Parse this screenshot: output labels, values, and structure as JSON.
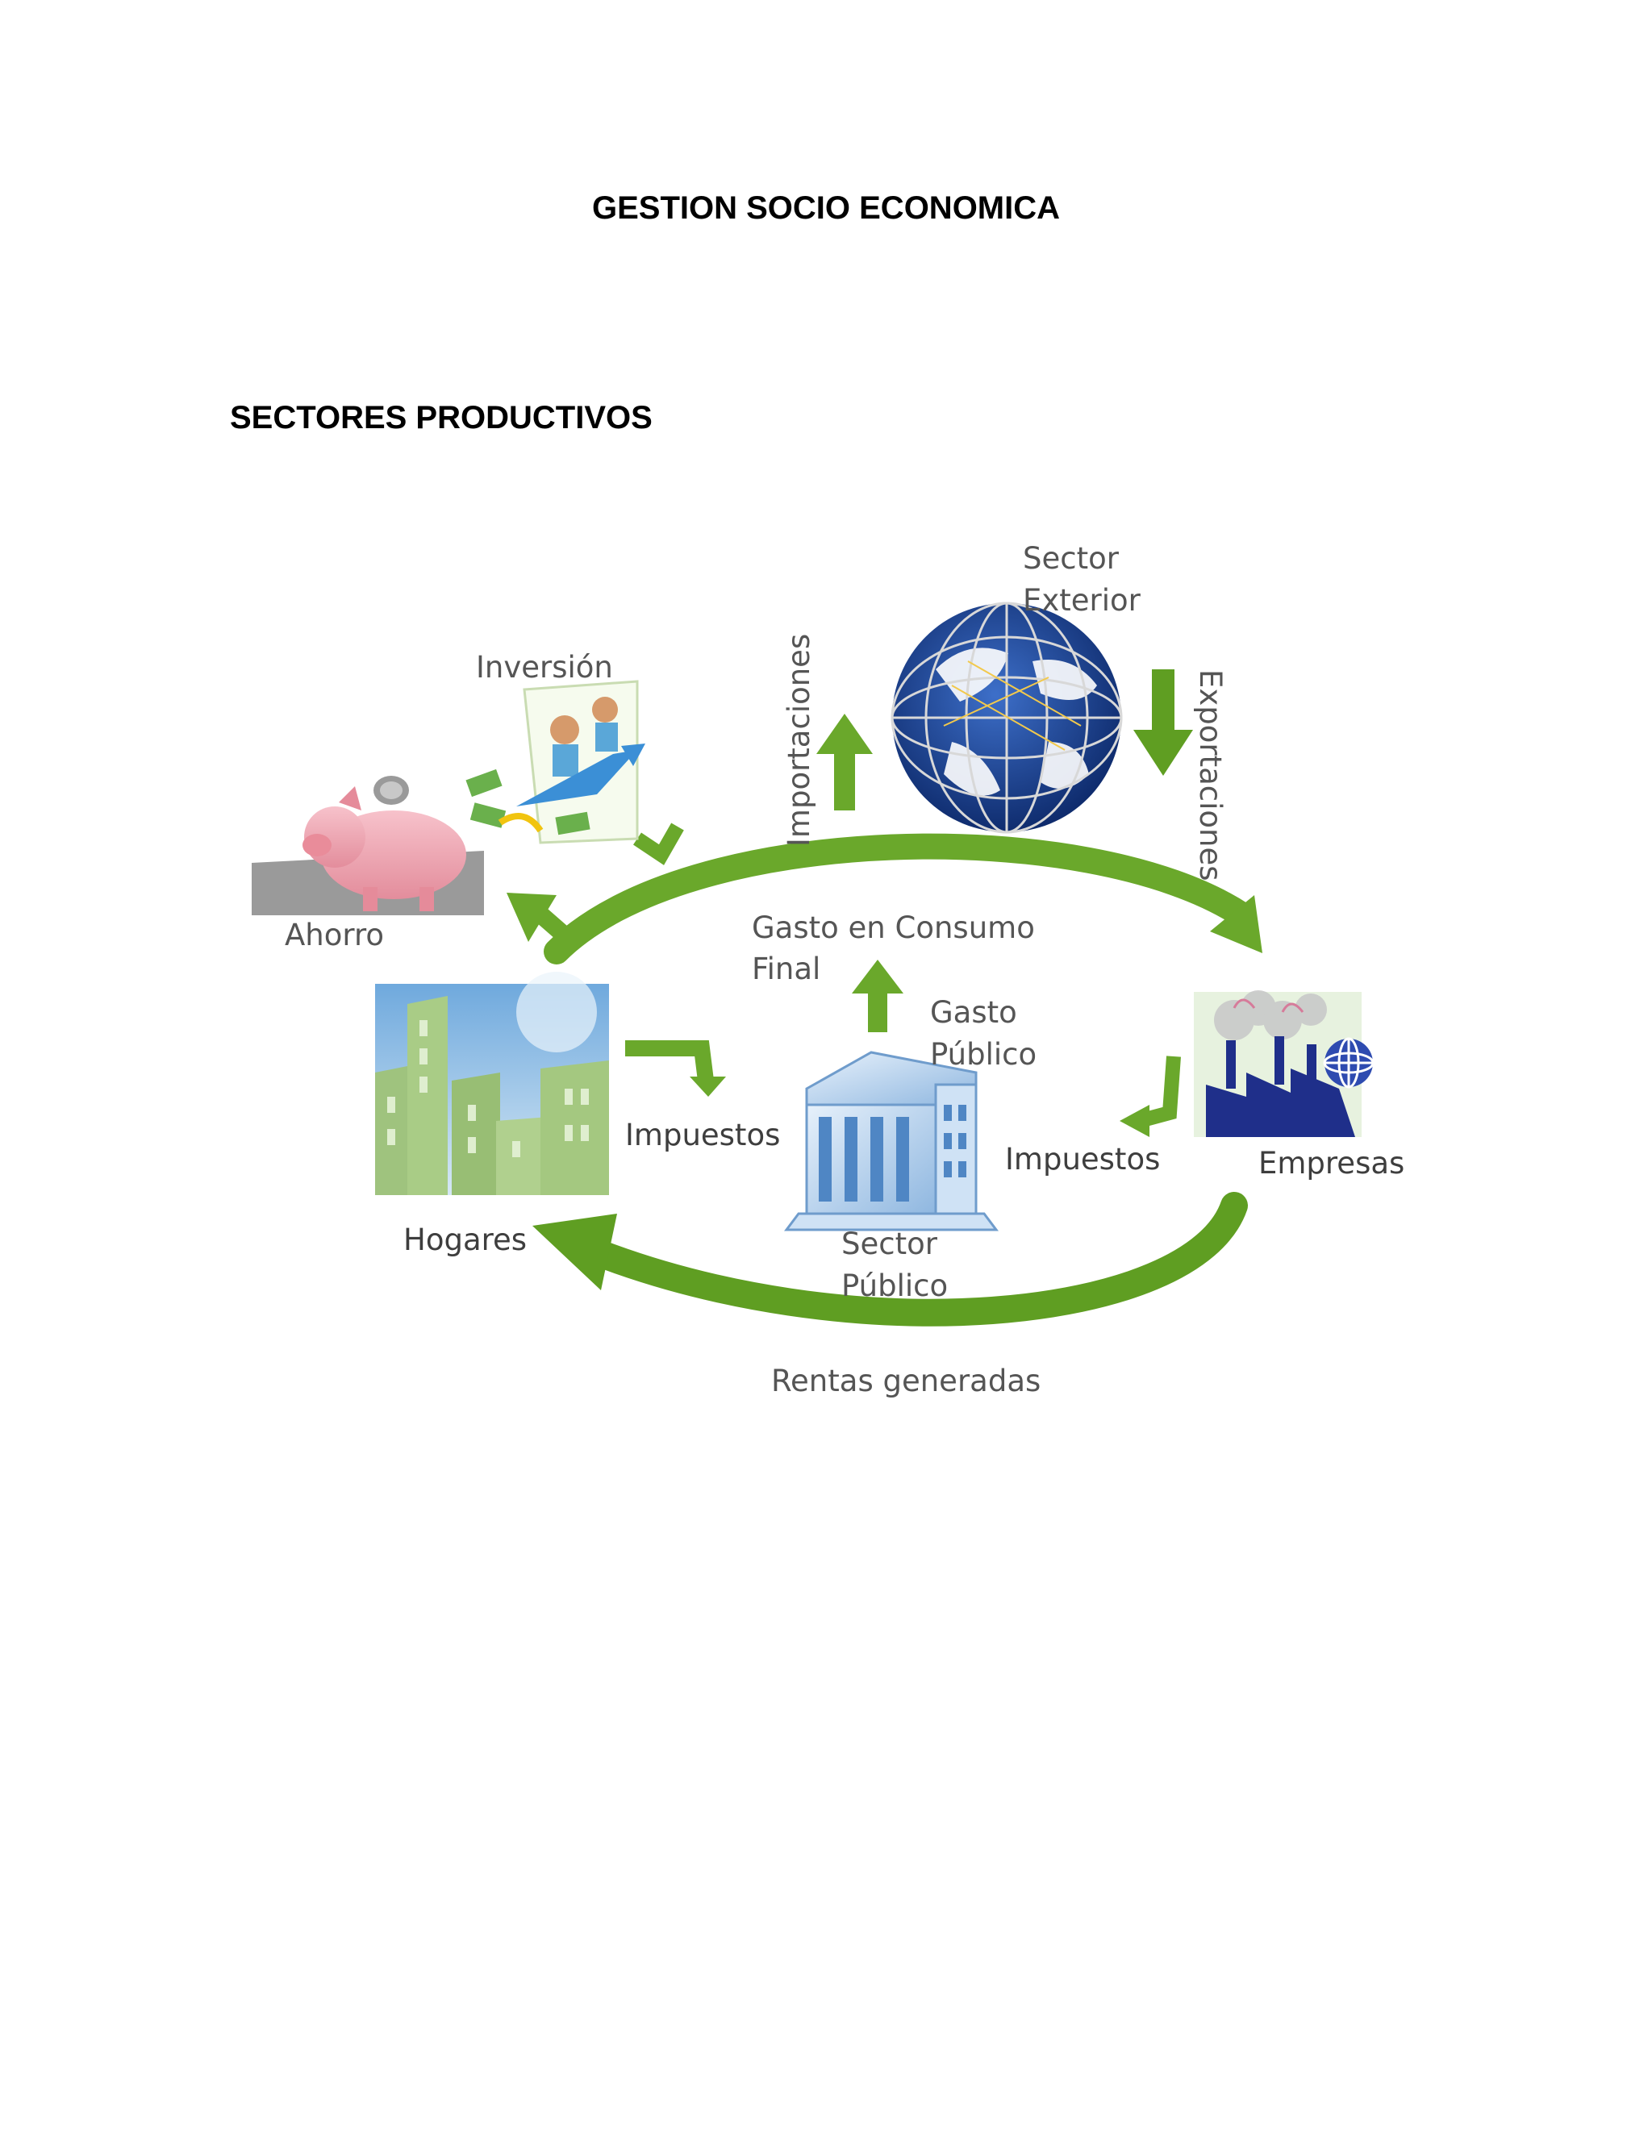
{
  "document": {
    "title": "GESTION SOCIO ECONOMICA",
    "section_heading": "SECTORES PRODUCTIVOS"
  },
  "diagram": {
    "labels": {
      "sector_exterior_1": "Sector",
      "sector_exterior_2": "Exterior",
      "inversion": "Inversión",
      "importaciones": "Importaciones",
      "exportaciones": "Exportaciones",
      "ahorro": "Ahorro",
      "gasto_consumo_1": "Gasto en Consumo",
      "gasto_consumo_2": "Final",
      "gasto_publico_1": "Gasto",
      "gasto_publico_2": "Público",
      "impuestos_hogares": "Impuestos",
      "impuestos_empresas": "Impuestos",
      "empresas": "Empresas",
      "hogares": "Hogares",
      "sector_publico_1": "Sector",
      "sector_publico_2": "Público",
      "rentas": "Rentas generadas"
    },
    "icons": [
      "globe-icon",
      "piggy-bank-icon",
      "investment-icon",
      "city-buildings-icon",
      "government-building-icon",
      "factory-icon"
    ],
    "colors": {
      "arrow_green": "#6aa82b",
      "arrow_dark_green": "#4f8a1c",
      "globe_blue": "#1b3f8f"
    }
  }
}
